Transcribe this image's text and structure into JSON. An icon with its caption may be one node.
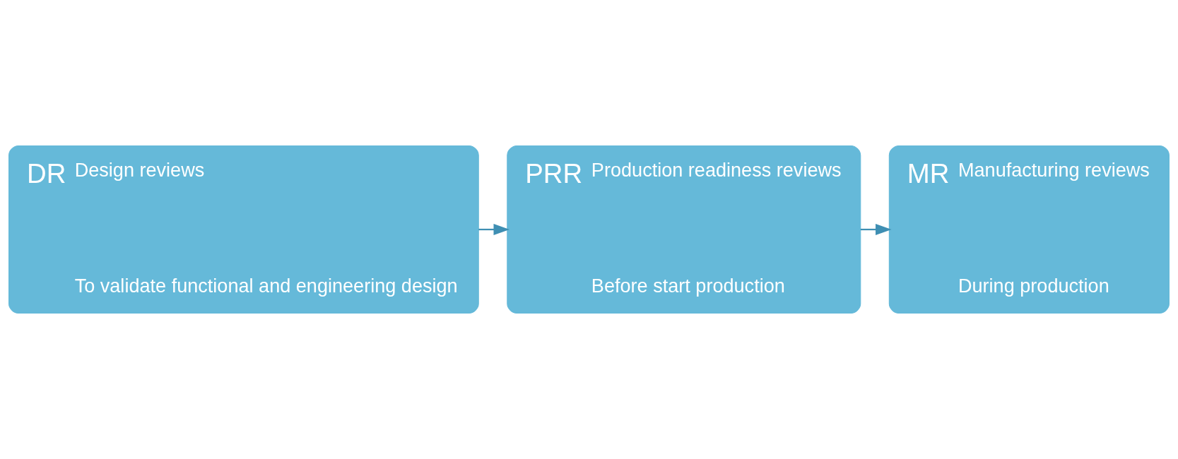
{
  "diagram": {
    "nodes": [
      {
        "text": [
          "DR",
          "Design reviews",
          "To validate functional and engineering design"
        ]
      },
      {
        "text": [
          "PRR",
          "Production readiness reviews",
          "Before start production"
        ]
      },
      {
        "text": [
          "MR",
          "Manufacturing reviews",
          "During production"
        ]
      }
    ],
    "edges": [
      {
        "from": 0,
        "to": 1,
        "arrow": "to"
      },
      {
        "from": 1,
        "to": 2,
        "arrow": "to"
      }
    ]
  }
}
